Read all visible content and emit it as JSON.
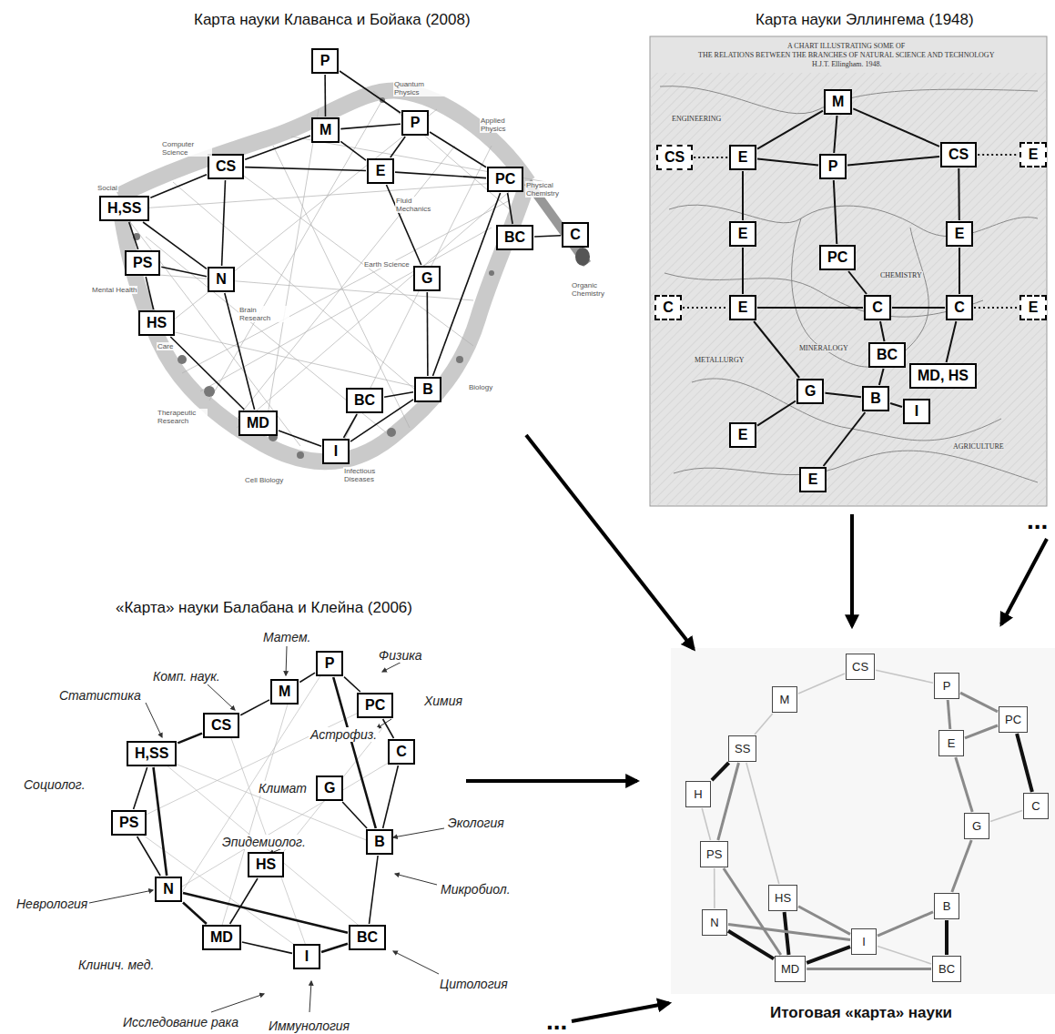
{
  "diagram": {
    "caption": "Итоговая «карта» науки",
    "nodes": [
      {
        "text": [
          "P"
        ]
      },
      {
        "text": [
          "M"
        ]
      },
      {
        "text": [
          "P"
        ]
      },
      {
        "text": [
          "CS"
        ]
      },
      {
        "text": [
          "E"
        ]
      },
      {
        "text": [
          "PC"
        ]
      },
      {
        "text": [
          "H,SS"
        ]
      },
      {
        "text": [
          "BC"
        ]
      },
      {
        "text": [
          "C"
        ]
      },
      {
        "text": [
          "PS"
        ]
      },
      {
        "text": [
          "N"
        ]
      },
      {
        "text": [
          "G"
        ]
      },
      {
        "text": [
          "HS"
        ]
      },
      {
        "text": [
          "B"
        ]
      },
      {
        "text": [
          "BC"
        ]
      },
      {
        "text": [
          "MD"
        ]
      },
      {
        "text": [
          "I"
        ]
      },
      {
        "text": [
          "M"
        ]
      },
      {
        "text": [
          "CS"
        ]
      },
      {
        "text": [
          "E"
        ]
      },
      {
        "text": [
          "P"
        ]
      },
      {
        "text": [
          "CS"
        ]
      },
      {
        "text": [
          "E"
        ]
      },
      {
        "text": [
          "E"
        ]
      },
      {
        "text": [
          "E"
        ]
      },
      {
        "text": [
          "PC"
        ]
      },
      {
        "text": [
          "C"
        ]
      },
      {
        "text": [
          "E"
        ]
      },
      {
        "text": [
          "C"
        ]
      },
      {
        "text": [
          "C"
        ]
      },
      {
        "text": [
          "E"
        ]
      },
      {
        "text": [
          "BC"
        ]
      },
      {
        "text": [
          "MD, HS"
        ]
      },
      {
        "text": [
          "G"
        ]
      },
      {
        "text": [
          "B"
        ]
      },
      {
        "text": [
          "I"
        ]
      },
      {
        "text": [
          "E"
        ]
      },
      {
        "text": [
          "E"
        ]
      },
      {
        "text": [
          "M"
        ]
      },
      {
        "text": [
          "P"
        ]
      },
      {
        "text": [
          "PC"
        ]
      },
      {
        "text": [
          "CS"
        ]
      },
      {
        "text": [
          "C"
        ]
      },
      {
        "text": [
          "H,SS"
        ]
      },
      {
        "text": [
          "G"
        ]
      },
      {
        "text": [
          "B"
        ]
      },
      {
        "text": [
          "PS"
        ]
      },
      {
        "text": [
          "HS"
        ]
      },
      {
        "text": [
          "N"
        ]
      },
      {
        "text": [
          "MD"
        ]
      },
      {
        "text": [
          "BC"
        ]
      },
      {
        "text": [
          "I"
        ]
      },
      {
        "text": [
          "CS"
        ]
      },
      {
        "text": [
          "M"
        ]
      },
      {
        "text": [
          "P"
        ]
      },
      {
        "text": [
          "PC"
        ]
      },
      {
        "text": [
          "SS"
        ]
      },
      {
        "text": [
          "E"
        ]
      },
      {
        "text": [
          "H"
        ]
      },
      {
        "text": [
          "C"
        ]
      },
      {
        "text": [
          "G"
        ]
      },
      {
        "text": [
          "PS"
        ]
      },
      {
        "text": [
          "HS"
        ]
      },
      {
        "text": [
          "I"
        ]
      },
      {
        "text": [
          "B"
        ]
      },
      {
        "text": [
          "N"
        ]
      },
      {
        "text": [
          "MD"
        ]
      },
      {
        "text": [
          "BC"
        ]
      }
    ],
    "edges": [
      {
        "from": 0,
        "to": 1,
        "arrow": "none"
      },
      {
        "from": 0,
        "to": 2,
        "arrow": "none"
      },
      {
        "from": 1,
        "to": 2,
        "arrow": "none"
      },
      {
        "from": 1,
        "to": 4,
        "arrow": "none"
      },
      {
        "from": 2,
        "to": 4,
        "arrow": "none"
      },
      {
        "from": 2,
        "to": 5,
        "arrow": "none"
      },
      {
        "from": 3,
        "to": 1,
        "arrow": "none"
      },
      {
        "from": 3,
        "to": 4,
        "arrow": "none"
      },
      {
        "from": 4,
        "to": 5,
        "arrow": "none"
      },
      {
        "from": 4,
        "to": 11,
        "arrow": "none"
      },
      {
        "from": 5,
        "to": 7,
        "arrow": "none"
      },
      {
        "from": 7,
        "to": 8,
        "arrow": "none"
      },
      {
        "from": 5,
        "to": 13,
        "arrow": "none"
      },
      {
        "from": 6,
        "to": 3,
        "arrow": "none"
      },
      {
        "from": 6,
        "to": 9,
        "arrow": "none"
      },
      {
        "from": 6,
        "to": 10,
        "arrow": "none"
      },
      {
        "from": 9,
        "to": 10,
        "arrow": "none"
      },
      {
        "from": 9,
        "to": 12,
        "arrow": "none"
      },
      {
        "from": 3,
        "to": 10,
        "arrow": "none"
      },
      {
        "from": 10,
        "to": 15,
        "arrow": "none"
      },
      {
        "from": 12,
        "to": 15,
        "arrow": "none"
      },
      {
        "from": 15,
        "to": 16,
        "arrow": "none"
      },
      {
        "from": 16,
        "to": 14,
        "arrow": "none"
      },
      {
        "from": 16,
        "to": 13,
        "arrow": "none"
      },
      {
        "from": 14,
        "to": 13,
        "arrow": "none"
      },
      {
        "from": 11,
        "to": 13,
        "arrow": "none"
      },
      {
        "from": 17,
        "to": 19,
        "arrow": "none"
      },
      {
        "from": 17,
        "to": 20,
        "arrow": "none"
      },
      {
        "from": 17,
        "to": 21,
        "arrow": "none"
      },
      {
        "from": 18,
        "to": 19,
        "arrow": "none"
      },
      {
        "from": 19,
        "to": 20,
        "arrow": "none"
      },
      {
        "from": 20,
        "to": 21,
        "arrow": "none"
      },
      {
        "from": 21,
        "to": 22,
        "arrow": "none"
      },
      {
        "from": 19,
        "to": 23,
        "arrow": "none"
      },
      {
        "from": 20,
        "to": 25,
        "arrow": "none"
      },
      {
        "from": 21,
        "to": 24,
        "arrow": "none"
      },
      {
        "from": 23,
        "to": 27,
        "arrow": "none"
      },
      {
        "from": 25,
        "to": 28,
        "arrow": "none"
      },
      {
        "from": 24,
        "to": 29,
        "arrow": "none"
      },
      {
        "from": 26,
        "to": 27,
        "arrow": "none"
      },
      {
        "from": 27,
        "to": 28,
        "arrow": "none"
      },
      {
        "from": 28,
        "to": 29,
        "arrow": "none"
      },
      {
        "from": 29,
        "to": 30,
        "arrow": "none"
      },
      {
        "from": 28,
        "to": 31,
        "arrow": "none"
      },
      {
        "from": 29,
        "to": 32,
        "arrow": "none"
      },
      {
        "from": 27,
        "to": 33,
        "arrow": "none"
      },
      {
        "from": 33,
        "to": 34,
        "arrow": "none"
      },
      {
        "from": 31,
        "to": 34,
        "arrow": "none"
      },
      {
        "from": 34,
        "to": 35,
        "arrow": "none"
      },
      {
        "from": 36,
        "to": 33,
        "arrow": "none"
      },
      {
        "from": 34,
        "to": 37,
        "arrow": "none"
      },
      {
        "from": 39,
        "to": 38,
        "arrow": "none"
      },
      {
        "from": 38,
        "to": 41,
        "arrow": "none"
      },
      {
        "from": 41,
        "to": 43,
        "arrow": "none"
      },
      {
        "from": 39,
        "to": 40,
        "arrow": "none"
      },
      {
        "from": 40,
        "to": 42,
        "arrow": "none"
      },
      {
        "from": 39,
        "to": 45,
        "arrow": "none"
      },
      {
        "from": 42,
        "to": 45,
        "arrow": "none"
      },
      {
        "from": 44,
        "to": 45,
        "arrow": "none"
      },
      {
        "from": 43,
        "to": 46,
        "arrow": "none"
      },
      {
        "from": 43,
        "to": 48,
        "arrow": "none"
      },
      {
        "from": 46,
        "to": 48,
        "arrow": "none"
      },
      {
        "from": 48,
        "to": 49,
        "arrow": "none"
      },
      {
        "from": 47,
        "to": 49,
        "arrow": "none"
      },
      {
        "from": 48,
        "to": 50,
        "arrow": "none"
      },
      {
        "from": 49,
        "to": 51,
        "arrow": "none"
      },
      {
        "from": 51,
        "to": 50,
        "arrow": "none"
      },
      {
        "from": 50,
        "to": 45,
        "arrow": "none"
      },
      {
        "from": 53,
        "to": 52,
        "arrow": "none"
      },
      {
        "from": 52,
        "to": 54,
        "arrow": "none"
      },
      {
        "from": 53,
        "to": 56,
        "arrow": "none"
      },
      {
        "from": 56,
        "to": 58,
        "arrow": "none"
      },
      {
        "from": 56,
        "to": 61,
        "arrow": "none"
      },
      {
        "from": 58,
        "to": 61,
        "arrow": "none"
      },
      {
        "from": 54,
        "to": 57,
        "arrow": "none"
      },
      {
        "from": 54,
        "to": 55,
        "arrow": "none"
      },
      {
        "from": 57,
        "to": 55,
        "arrow": "none"
      },
      {
        "from": 55,
        "to": 59,
        "arrow": "none"
      },
      {
        "from": 57,
        "to": 60,
        "arrow": "none"
      },
      {
        "from": 60,
        "to": 59,
        "arrow": "none"
      },
      {
        "from": 60,
        "to": 64,
        "arrow": "none"
      },
      {
        "from": 64,
        "to": 67,
        "arrow": "none"
      },
      {
        "from": 64,
        "to": 63,
        "arrow": "none"
      },
      {
        "from": 62,
        "to": 66,
        "arrow": "none"
      },
      {
        "from": 65,
        "to": 66,
        "arrow": "none"
      },
      {
        "from": 63,
        "to": 66,
        "arrow": "none"
      },
      {
        "from": 65,
        "to": 63,
        "arrow": "none"
      },
      {
        "from": 62,
        "to": 63,
        "arrow": "none"
      },
      {
        "from": 66,
        "to": 67,
        "arrow": "none"
      },
      {
        "from": 63,
        "to": 67,
        "arrow": "none"
      },
      {
        "from": 61,
        "to": 66,
        "arrow": "none"
      },
      {
        "from": 61,
        "to": 65,
        "arrow": "none"
      },
      {
        "from": 56,
        "to": 62,
        "arrow": "none"
      }
    ],
    "labels": [
      "Карта науки Клаванса и Бойака (2008)",
      "Карта науки Эллингема (1948)",
      "«Карта» науки Балабана и Клейна (2006)",
      "Quantum Physics",
      "Applied Physics",
      "Computer Science",
      "Social",
      "Fluid Mechanics",
      "Physical Chemistry",
      "Organic Chemistry",
      "Brain Research",
      "Earth Science",
      "Mental Health",
      "Care",
      "Therapeutic Research",
      "Cell Biology",
      "Infectious Diseases",
      "Biology",
      "A CHART ILLUSTRATING SOME OF",
      "THE RELATIONS BETWEEN THE BRANCHES OF NATURAL SCIENCE AND TECHNOLOGY",
      "H.J.T. Ellingham. 1948.",
      "ENGINEERING",
      "CHEMISTRY",
      "METALLURGY",
      "MINERALOGY",
      "AGRICULTURE",
      "Матем.",
      "Комп. наук.",
      "Физика",
      "Статистика",
      "Астрофиз.",
      "Химия",
      "Социолог.",
      "Климат",
      "Экология",
      "Эпидемиолог.",
      "Неврология",
      "Микробиол.",
      "Клинич. мед.",
      "Цитология",
      "Исследование рака",
      "Иммунология",
      "...",
      "..."
    ]
  }
}
